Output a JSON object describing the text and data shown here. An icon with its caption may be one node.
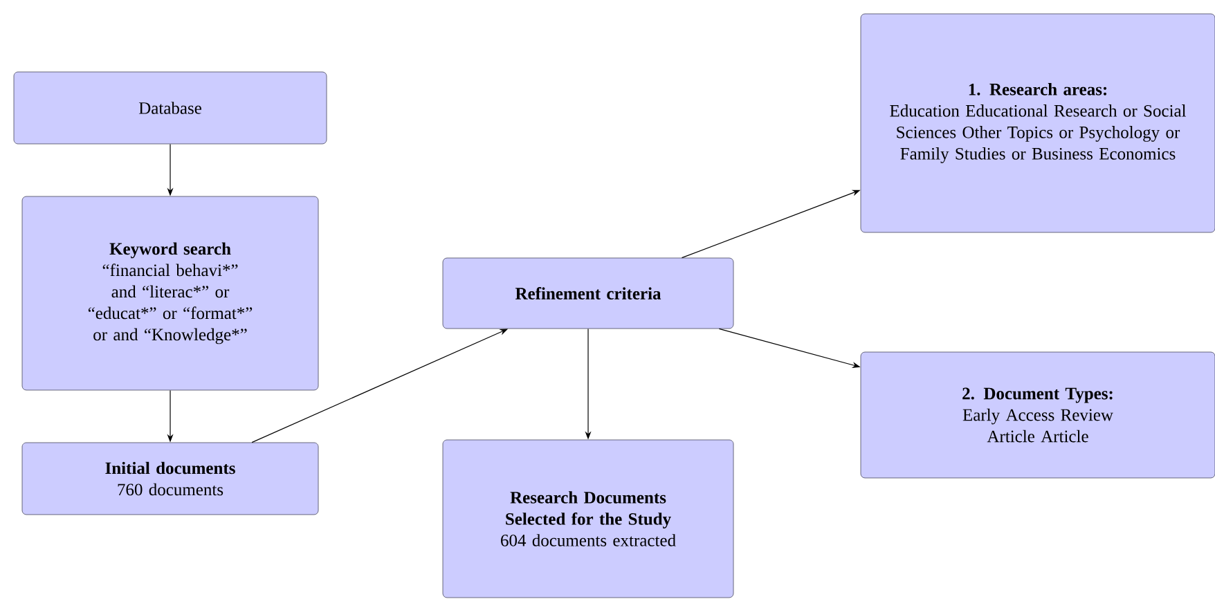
{
  "diagram": {
    "nodes": [
      {
        "text": [
          "Database"
        ]
      },
      {
        "text": [
          "Keyword search",
          "“financial behavi*” and “literac*” or “educat*” or “format*” or and “Knowledge*”"
        ]
      },
      {
        "text": [
          "Initial documents",
          "760 documents"
        ]
      },
      {
        "text": [
          "Refinement criteria"
        ]
      },
      {
        "text": [
          "Research Documents Selected for the Study",
          "604 documents extracted"
        ]
      },
      {
        "text": [
          "1. Research areas:",
          "Education Educational Research or Social Sciences Other Topics or Psychology or Family Studies or Business Economics"
        ]
      },
      {
        "text": [
          "2. Document Types:",
          "Early Access Review Article Article"
        ]
      }
    ],
    "edges": [
      {
        "from": 0,
        "to": 1,
        "arrow": "to"
      },
      {
        "from": 1,
        "to": 2,
        "arrow": "to"
      },
      {
        "from": 2,
        "to": 3,
        "arrow": "to"
      },
      {
        "from": 3,
        "to": 4,
        "arrow": "to"
      },
      {
        "from": 3,
        "to": 5,
        "arrow": "to"
      },
      {
        "from": 3,
        "to": 6,
        "arrow": "to"
      }
    ]
  }
}
